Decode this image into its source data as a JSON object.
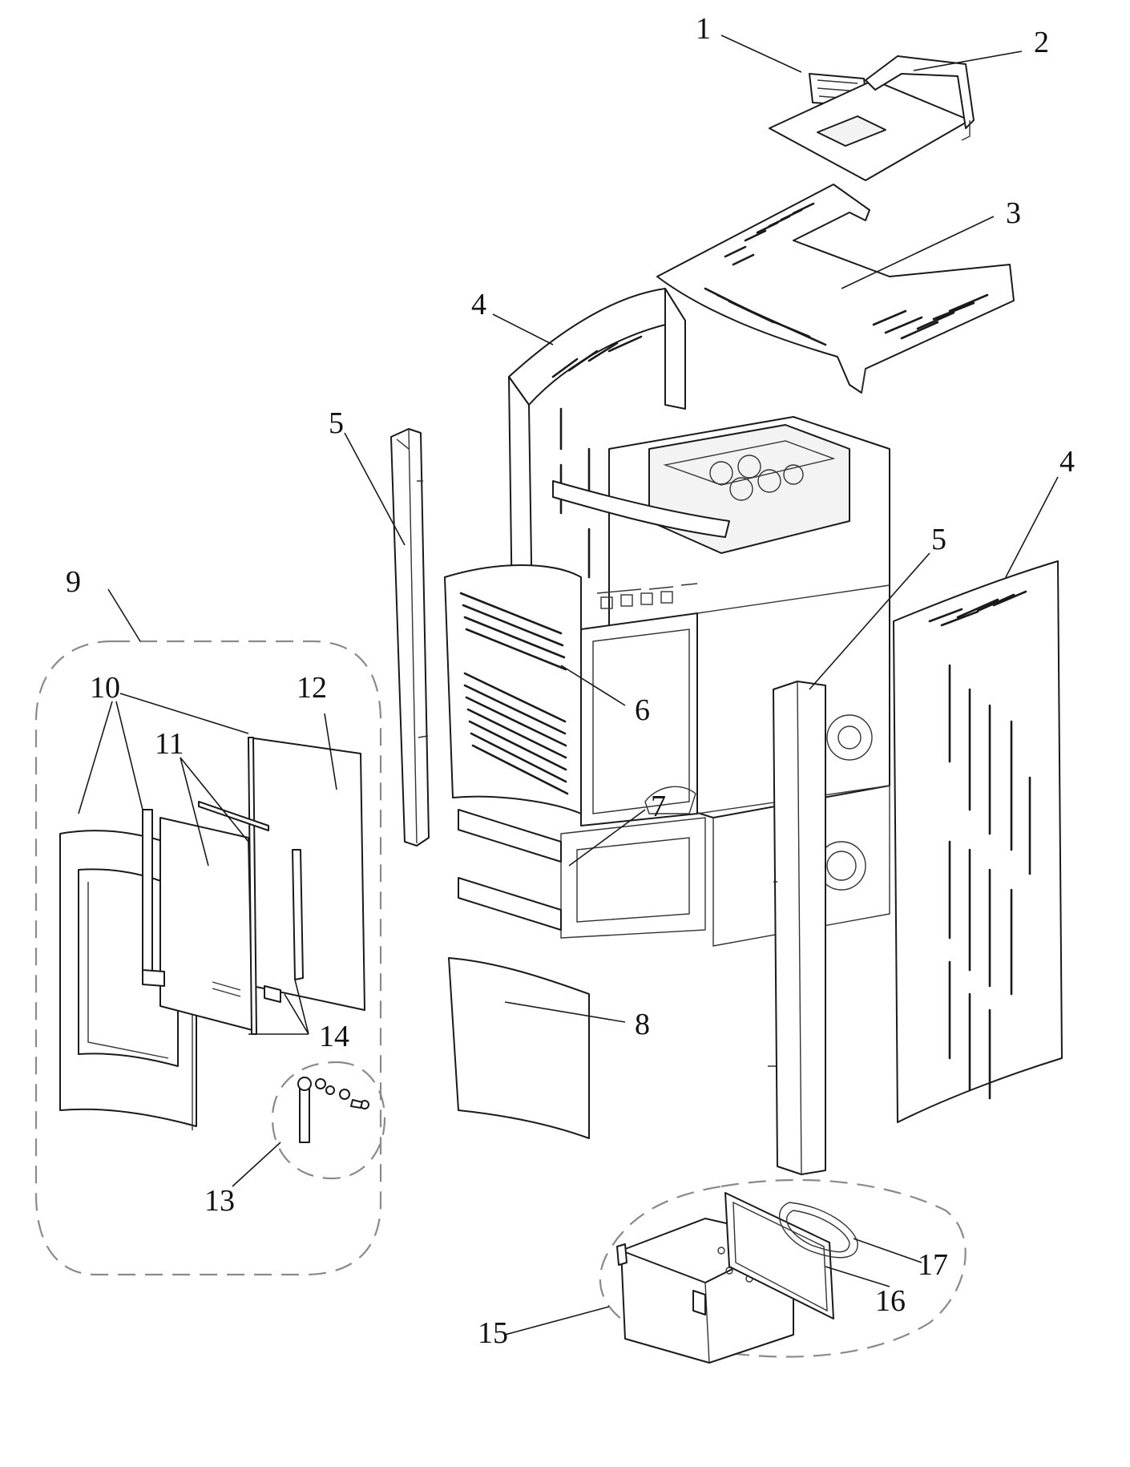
{
  "callouts": {
    "c1": "1",
    "c2": "2",
    "c3": "3",
    "c4a": "4",
    "c4b": "4",
    "c5a": "5",
    "c5b": "5",
    "c6": "6",
    "c7": "7",
    "c8": "8",
    "c9": "9",
    "c10": "10",
    "c11": "11",
    "c12": "12",
    "c13": "13",
    "c14": "14",
    "c15": "15",
    "c16": "16",
    "c17": "17"
  },
  "colors": {
    "line": "#1a1a1a",
    "group_outline": "#8a8a8a",
    "background": "#ffffff"
  }
}
